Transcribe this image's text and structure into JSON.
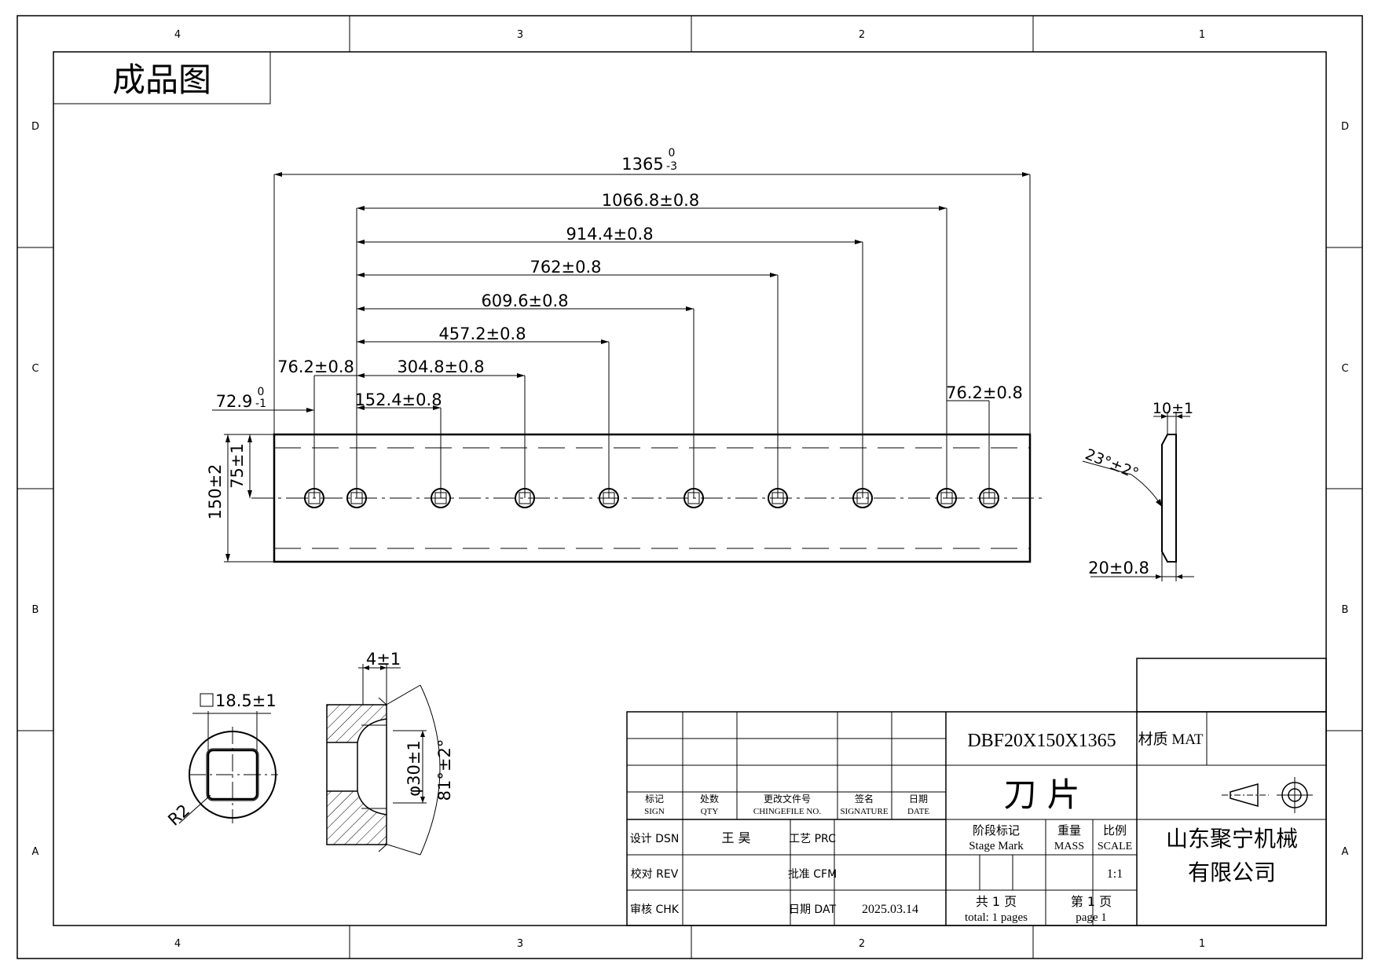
{
  "sheet": {
    "zones_top": [
      "4",
      "3",
      "2",
      "1"
    ],
    "zones_bottom": [
      "4",
      "3",
      "2",
      "1"
    ],
    "zones_left": [
      "D",
      "C",
      "B",
      "A"
    ],
    "zones_right": [
      "D",
      "C",
      "B",
      "A"
    ]
  },
  "view_title": "成品图",
  "main_view": {
    "overall_length": "1365",
    "overall_length_tol_upper": "0",
    "overall_length_tol_lower": "-3",
    "dim_1066": "1066.8±0.8",
    "dim_914": "914.4±0.8",
    "dim_762": "762±0.8",
    "dim_609": "609.6±0.8",
    "dim_457": "457.2±0.8",
    "dim_304": "304.8±0.8",
    "dim_152": "152.4±0.8",
    "dim_76_left": "76.2±0.8",
    "dim_76_right": "76.2±0.8",
    "dim_72": "72.9",
    "dim_72_tol_upper": "0",
    "dim_72_tol_lower": "-1",
    "width": "150±2",
    "half_width": "75±1"
  },
  "side_view": {
    "thickness": "10±1",
    "angle": "23°±2°",
    "bevel": "20±0.8"
  },
  "hole_view": {
    "square": "18.5±1",
    "radius": "R2"
  },
  "section_view": {
    "depth": "4±1",
    "diameter": "φ30±1",
    "angle": "81°±2°"
  },
  "title_block": {
    "part_number": "DBF20X150X1365",
    "material_label": "材质 MAT",
    "part_name": "刀 片",
    "company_line1": "山东聚宁机械",
    "company_line2": "有限公司",
    "header_mark": [
      "标记",
      "SIGN"
    ],
    "header_qty": [
      "处数",
      "QTY"
    ],
    "header_change": [
      "更改文件号",
      "CHINGEFILE NO."
    ],
    "header_sign": [
      "签名",
      "SIGNATURE"
    ],
    "header_date": [
      "日期",
      "DATE"
    ],
    "design_label": "设计 DSN",
    "designer": "王 昊",
    "review_label": "校对 REV",
    "check_label": "审核 CHK",
    "process_label": "工艺 PRC",
    "approve_label": "批准 CFM",
    "date_label": "日期 DAT",
    "date_value": "2025.03.14",
    "stage_label": [
      "阶段标记",
      "Stage Mark"
    ],
    "mass_label": [
      "重量",
      "MASS"
    ],
    "scale_label": [
      "比例",
      "SCALE"
    ],
    "scale_value": "1:1",
    "total_pages": [
      "共  1  页",
      "total: 1  pages"
    ],
    "page_no": [
      "第  1  页",
      "page 1"
    ]
  }
}
